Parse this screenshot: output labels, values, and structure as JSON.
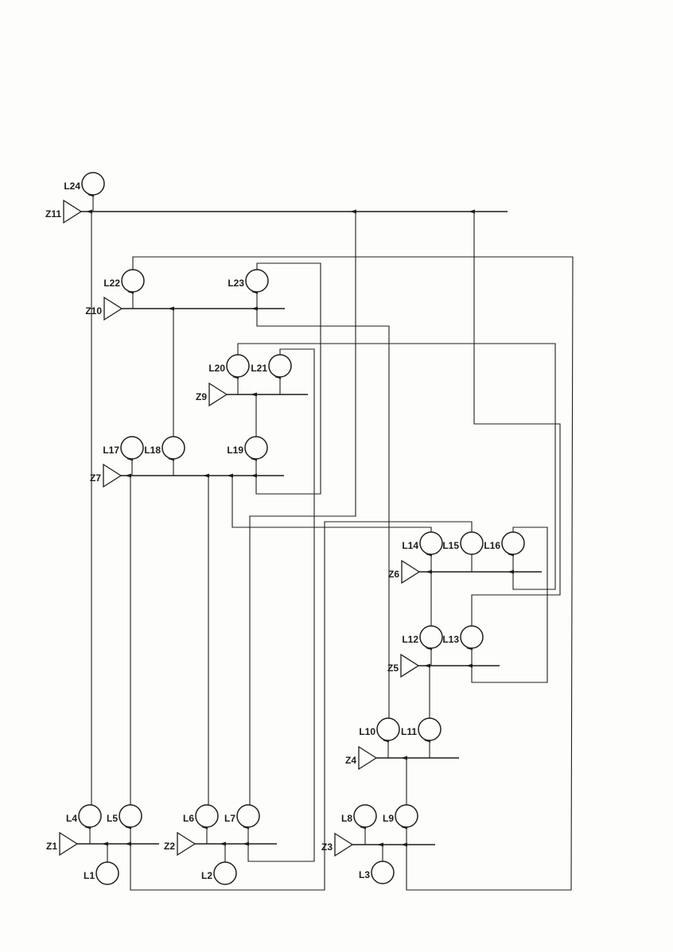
{
  "diagram": {
    "loads": [
      "L1",
      "L2",
      "L3",
      "L4",
      "L5",
      "L6",
      "L7",
      "L8",
      "L9",
      "L10",
      "L11",
      "L12",
      "L13",
      "L14",
      "L15",
      "L16",
      "L17",
      "L18",
      "L19",
      "L20",
      "L21",
      "L22",
      "L23",
      "L24"
    ],
    "zones": [
      "Z1",
      "Z2",
      "Z3",
      "Z4",
      "Z5",
      "Z6",
      "Z7",
      "Z9",
      "Z10",
      "Z11"
    ],
    "line_color": "#1d1d1d"
  }
}
